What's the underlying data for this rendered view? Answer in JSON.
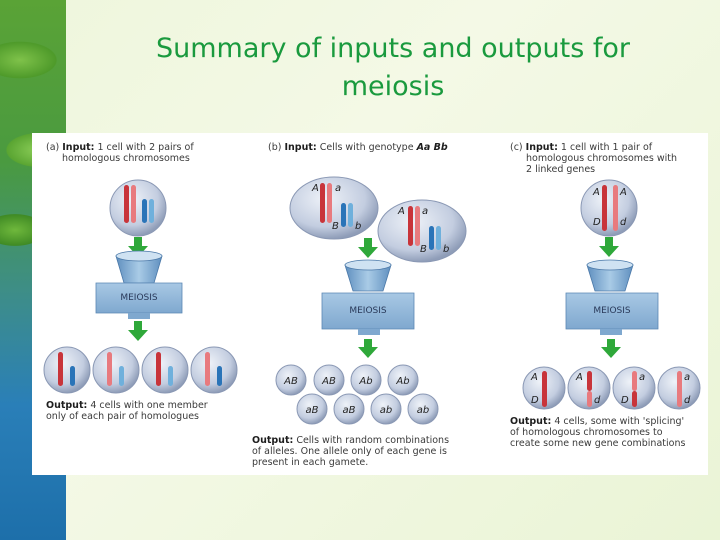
{
  "slide": {
    "title_line1": "Summary of inputs and outputs for",
    "title_line2": "meiosis"
  },
  "panel_a": {
    "tag": "(a)",
    "input_label": "Input:",
    "input_line1": " 1 cell with 2 pairs of",
    "input_line2": "homologous chromosomes",
    "process": "MEIOSIS",
    "output_label": "Output:",
    "output_line1": " 4 cells with one member",
    "output_line2": "only of each pair of homologues"
  },
  "panel_b": {
    "tag": "(b)",
    "input_label": "Input:",
    "input_text": " Cells with genotype ",
    "genotype": "Aa Bb",
    "process": "MEIOSIS",
    "alleles": [
      "A",
      "a",
      "B",
      "b"
    ],
    "gametes": [
      "AB",
      "AB",
      "Ab",
      "Ab",
      "aB",
      "aB",
      "ab",
      "ab"
    ],
    "output_label": "Output:",
    "output_line1": " Cells with random combinations",
    "output_line2": "of alleles. One allele only of each gene is",
    "output_line3": "present in each gamete."
  },
  "panel_c": {
    "tag": "(c)",
    "input_label": "Input:",
    "input_line1": " 1 cell with 1 pair of",
    "input_line2": "homologous chromosomes with",
    "input_line3": "2 linked genes",
    "process": "MEIOSIS",
    "alleles": [
      "A",
      "A",
      "D",
      "d"
    ],
    "out_labels": [
      "A",
      "D",
      "A",
      "d",
      "a",
      "D",
      "a",
      "d"
    ],
    "output_label": "Output:",
    "output_line1": " 4 cells, some with 'splicing'",
    "output_line2": "of homologous chromosomes to",
    "output_line3": "create some new gene combinations"
  },
  "colors": {
    "title": "#1a9a3e",
    "arrow": "#2fa83a",
    "chromosome_red": "#c8343a",
    "chromosome_blue": "#2a74b8",
    "cell_fill": "#c9d3e3",
    "machine": "#8fb6d8"
  }
}
